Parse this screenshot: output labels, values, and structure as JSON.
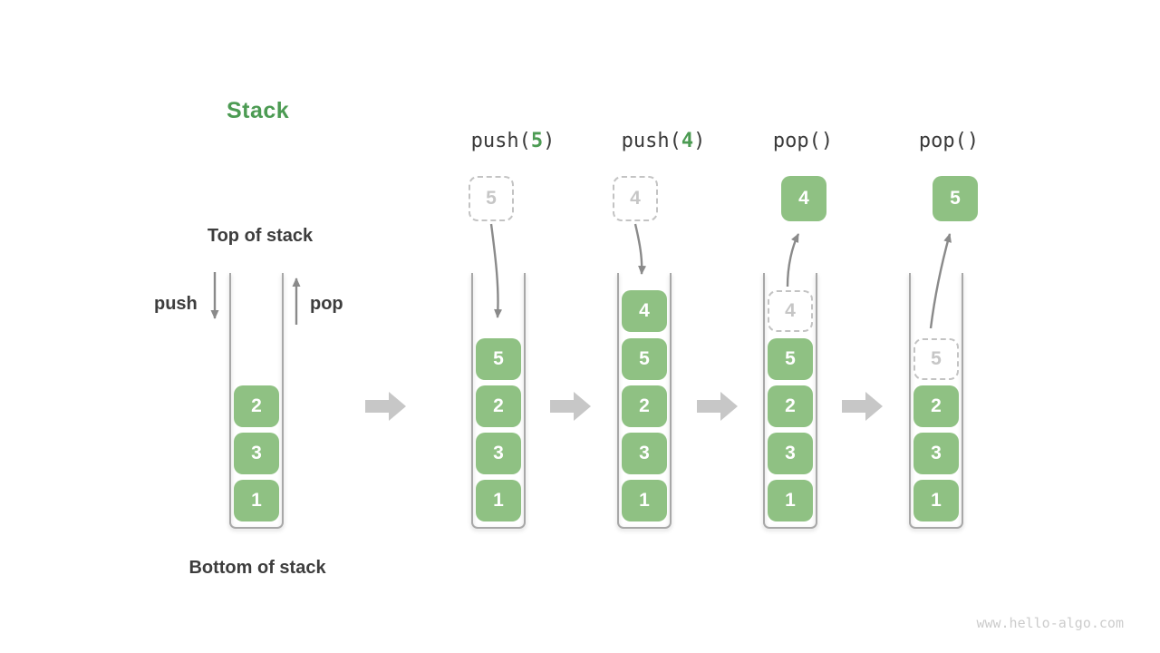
{
  "legend": {
    "title": "Stack",
    "top_label": "Top of stack",
    "bottom_label": "Bottom of stack",
    "push_label": "push",
    "pop_label": "pop"
  },
  "palette": {
    "box_green": "#8FC183",
    "accent_green": "#4C9B53",
    "text_dark": "#3D3D3D",
    "arrow_gray": "#8A8A8A",
    "step_arrow_gray": "#C7C7C7",
    "ghost_gray": "#C4C4C4",
    "frame_gray": "#A8A8A8"
  },
  "columns": [
    {
      "name": "initial",
      "cells": [
        {
          "value": "2"
        },
        {
          "value": "3"
        },
        {
          "value": "1"
        }
      ]
    },
    {
      "name": "push-5",
      "title": {
        "pre": "push(",
        "num": "5",
        "post": ")"
      },
      "float": {
        "value": "5"
      },
      "cells": [
        {
          "value": "5"
        },
        {
          "value": "2"
        },
        {
          "value": "3"
        },
        {
          "value": "1"
        }
      ]
    },
    {
      "name": "push-4",
      "title": {
        "pre": "push(",
        "num": "4",
        "post": ")"
      },
      "float": {
        "value": "4"
      },
      "cells": [
        {
          "value": "4"
        },
        {
          "value": "5"
        },
        {
          "value": "2"
        },
        {
          "value": "3"
        },
        {
          "value": "1"
        }
      ]
    },
    {
      "name": "pop-4",
      "title": {
        "pre": "pop()",
        "num": "",
        "post": ""
      },
      "float": {
        "value": "4"
      },
      "cells": [
        {
          "value": "4"
        },
        {
          "value": "5"
        },
        {
          "value": "2"
        },
        {
          "value": "3"
        },
        {
          "value": "1"
        }
      ]
    },
    {
      "name": "pop-5",
      "title": {
        "pre": "pop()",
        "num": "",
        "post": ""
      },
      "float": {
        "value": "5"
      },
      "cells": [
        {
          "value": "5"
        },
        {
          "value": "2"
        },
        {
          "value": "3"
        },
        {
          "value": "1"
        }
      ]
    }
  ],
  "footer": {
    "watermark": "www.hello-algo.com"
  }
}
